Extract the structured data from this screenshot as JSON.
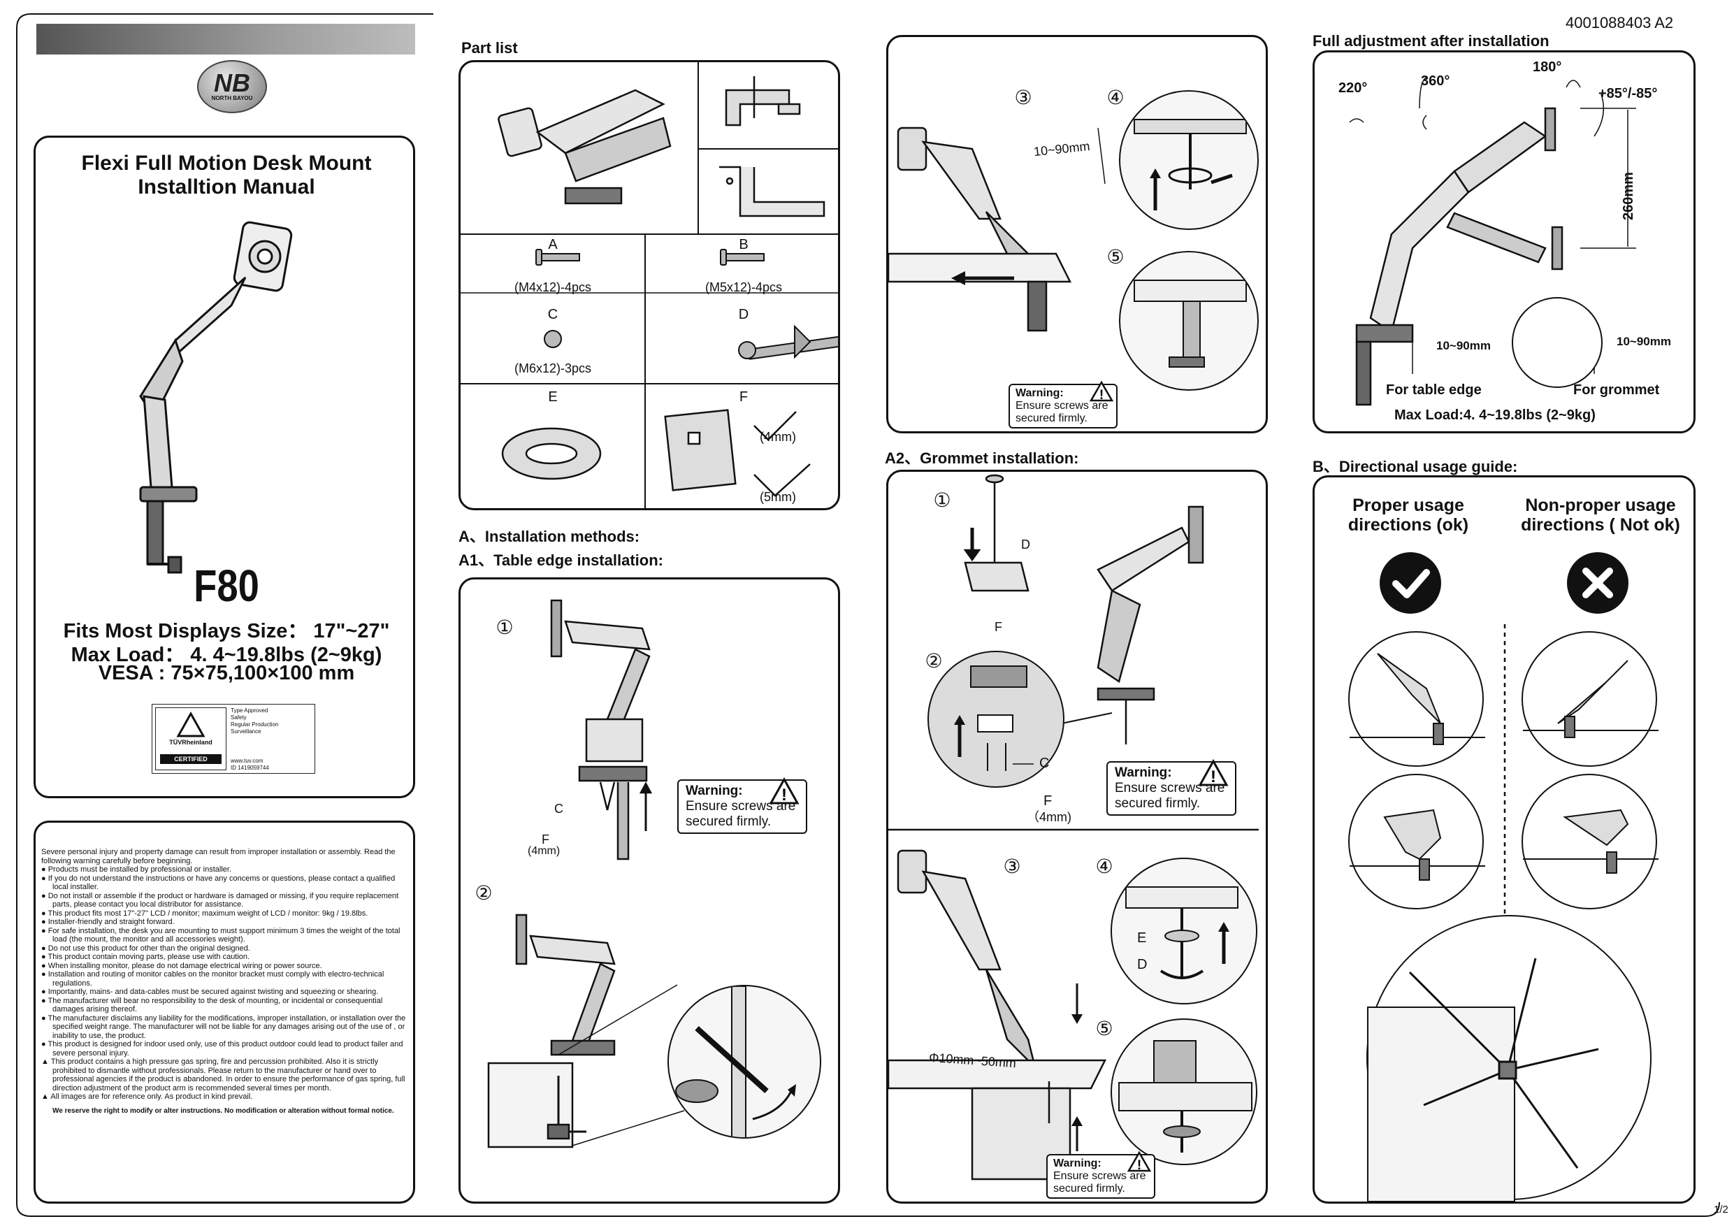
{
  "doc_code": "4001088403 A2",
  "page_number": "1/2",
  "brand": {
    "logo_text": "NB",
    "logo_sub": "NORTH BAYOU"
  },
  "cover": {
    "title_line1": "Flexi Full Motion Desk Mount",
    "title_line2": "Installtion Manual",
    "model": "F80",
    "spec1": "Fits Most Displays Size： 17\"~27\"",
    "spec2": "Max Load： 4. 4~19.8lbs (2~9kg)",
    "spec3": "VESA : 75×75,100×100 mm",
    "tuv_name": "TÜVRheinland",
    "tuv_badge": "CERTIFIED",
    "tuv_lines": [
      "Type Approved",
      "Safety",
      "Regular Production",
      "Surveillance"
    ],
    "tuv_url": "www.tuv.com",
    "tuv_id": "ID 1419059744"
  },
  "warnings_box": {
    "intro": "Severe personal injury and property damage can result from improper installation or assembly. Read the following warning carefully before beginning.",
    "items": [
      "● Products must be installed by professional or installer.",
      "● If you do not understand the instructions or have any concems or questions, please contact a qualified local installer.",
      "● Do not install or assemble if the product or hardware is damaged or missing, if you require replacement parts, please contact you local distributor for assistance.",
      "● This product fits most 17\"-27\"  LCD  /  monitor; maximum weight of LCD / monitor: 9kg / 19.8lbs.",
      "● Installer-friendly and straight forward.",
      "● For safe installation, the desk you are mounting to must support minimum 3 times the weight of the total load (the mount, the monitor and all accessories weight).",
      "● Do not use this product for other than the original designed.",
      "● This product contain moving parts, please use with caution.",
      "● When installing monitor, please do not  damage electrical wiring or power source.",
      "● Installation and routing of monitor cables on the monitor bracket must comply with electro-technical regulations.",
      "● Importantly, mains- and data-cables must be secured against twisting and squeezing or shearing.",
      "● The manufacturer will bear no responsibility to the desk of mounting, or incidental or consequential damages arising thereof.",
      "● The manufacturer disclaims any liability for the modifications, improper installation, or installation over the specified weight range. The  manufacturer will not be liable for any damages arising out of the use of , or inability to use, the product.",
      "● This product is designed for indoor used only, use of this product outdoor could lead to product failer and severe personal injury.",
      "▲ This product contains a high pressure gas spring, fire and percussion prohibited. Also it is strictly prohibited to dismantle without professionals. Please return to the manufacturer or hand over to professional agencies if the product is abandoned. In order to ensure the performance of gas spring, full direction adjustment of the product arm is recommended several times per month.",
      "▲ All images are for reference only.  As product in kind prevail."
    ],
    "footer": "We reserve the right to modify or alter instructions. No modification or alteration without formal notice."
  },
  "part_list": {
    "title": "Part list",
    "A": {
      "letter": "A",
      "spec": "(M4x12)-4pcs"
    },
    "B": {
      "letter": "B",
      "spec": "(M5x12)-4pcs"
    },
    "C": {
      "letter": "C",
      "spec": "(M6x12)-3pcs"
    },
    "D": {
      "letter": "D"
    },
    "E": {
      "letter": "E"
    },
    "F": {
      "letter": "F",
      "size1": "(4mm)",
      "size2": "(5mm)"
    }
  },
  "section_a": {
    "title": "A、Installation methods:",
    "a1_title": "A1、Table edge installation:"
  },
  "warning": {
    "title": "Warning:",
    "line1": "Ensure screws are",
    "line2": "secured firmly."
  },
  "a1": {
    "step1": "①",
    "step2": "②",
    "label_c": "C",
    "label_f": "F",
    "label_f_size": "(4mm)"
  },
  "table_edge_steps": {
    "step3": "③",
    "step4": "④",
    "step5": "⑤",
    "clamp_range": "10~90mm"
  },
  "a2": {
    "title": "A2、Grommet installation:",
    "step1": "①",
    "step2": "②",
    "step3": "③",
    "step4": "④",
    "step5": "⑤",
    "label_d": "D",
    "label_f": "F",
    "label_c": "C",
    "label_f_size": "（4mm)",
    "label_e": "E",
    "label_d2": "D",
    "hole_range": "Φ10mm~50mm"
  },
  "adjust": {
    "title": "Full adjustment after installation",
    "rot220": "220°",
    "rot360": "360°",
    "rot180": "180°",
    "tilt": "+85°/-85°",
    "height": "260mm",
    "clamp1": "10~90mm",
    "clamp2": "10~90mm",
    "for_table": "For table edge",
    "for_grommet": "For grommet",
    "max_load": "Max Load:4. 4~19.8lbs (2~9kg)"
  },
  "section_b": {
    "title": "B、Directional usage guide:",
    "ok_line1": "Proper usage",
    "ok_line2": "directions (ok)",
    "bad_line1": "Non-proper usage",
    "bad_line2": "directions ( Not ok)"
  }
}
